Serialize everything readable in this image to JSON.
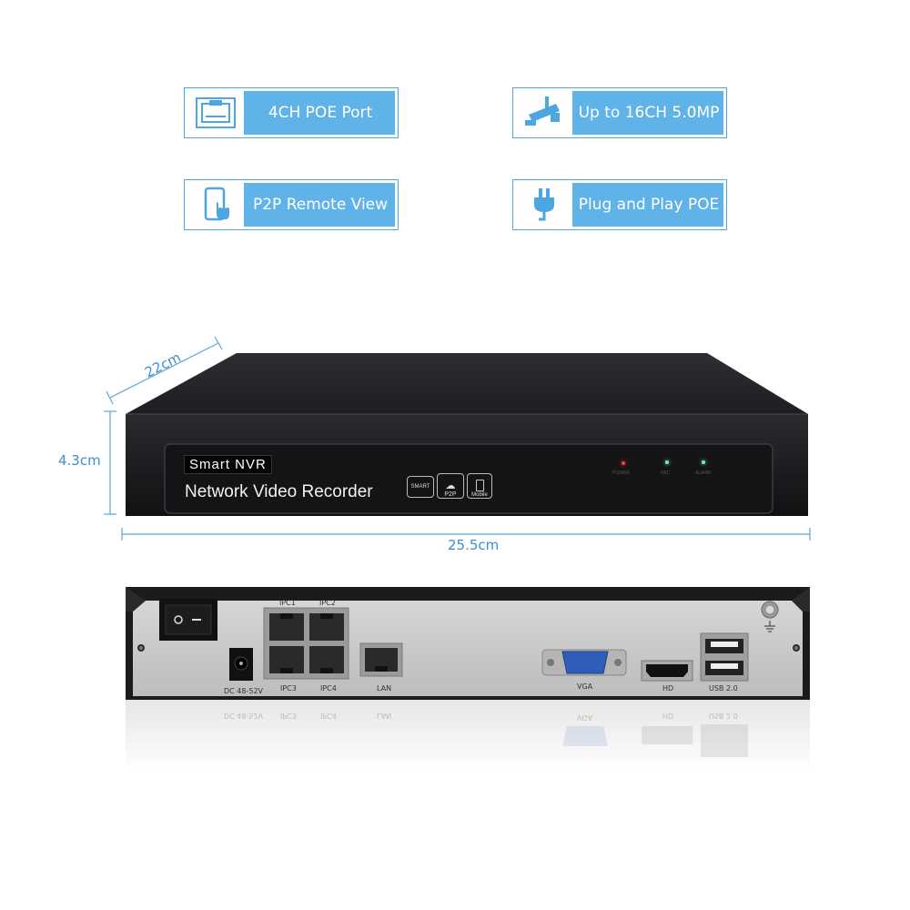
{
  "features": [
    {
      "label": "4CH POE Port",
      "icon": "ethernet-port-icon"
    },
    {
      "label": "Up to 16CH 5.0MP",
      "icon": "security-camera-icon"
    },
    {
      "label": "P2P Remote View",
      "icon": "mobile-touch-icon"
    },
    {
      "label": "Plug and Play POE",
      "icon": "power-plug-icon"
    }
  ],
  "dimensions": {
    "depth": "22cm",
    "height": "4.3cm",
    "width": "25.5cm"
  },
  "front_panel": {
    "brand": "Smart NVR",
    "title": "Network Video Recorder",
    "badges": [
      "SMART",
      "P2P",
      "Mobile"
    ],
    "leds": [
      "POWER",
      "REC",
      "ALARM"
    ]
  },
  "rear_panel": {
    "power_label": "DC 48-52V",
    "ports_top": [
      "IPC1",
      "IPC2"
    ],
    "ports_bottom": [
      "IPC3",
      "IPC4"
    ],
    "lan": "LAN",
    "vga": "VGA",
    "hd": "HD",
    "usb": "USB 2.0",
    "switch_symbol": "○ —"
  },
  "colors": {
    "accent": "#5fb3e8",
    "dimension": "#3d8fd0",
    "chassis": "#1c1c1e",
    "rear_plate": "#c9c9c9"
  }
}
